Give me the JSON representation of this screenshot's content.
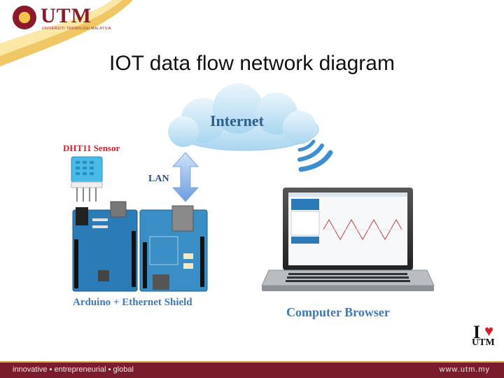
{
  "logo": {
    "name": "UTM",
    "subtitle": "UNIVERSITI TEKNOLOGI MALAYSIA"
  },
  "title": "IOT data flow network diagram",
  "diagram": {
    "internet_label": "Internet",
    "sensor_label": "DHT11 Sensor",
    "lan_label": "LAN",
    "arduino_label": "Arduino + Ethernet Shield",
    "browser_label": "Computer Browser"
  },
  "badge": {
    "i": "I",
    "utm": "UTM"
  },
  "footer": {
    "tagline": "innovative ▪ entrepreneurial ▪ global",
    "url": "www.utm.my"
  },
  "colors": {
    "maroon": "#7a1c2c",
    "gold": "#d2a545",
    "sensor_red": "#d21f2a",
    "label_blue": "#3e7ab8"
  }
}
